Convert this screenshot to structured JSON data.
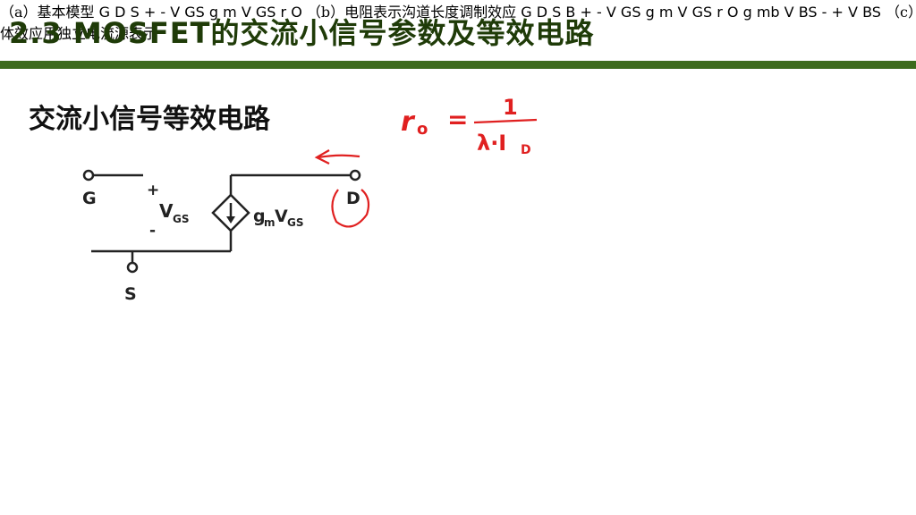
{
  "title": "2.3 MOSFET的交流小信号参数及等效电路",
  "subtitle": "交流小信号等效电路",
  "colors": {
    "title_bar": "#3d6b1d",
    "caption": "#4e7a27",
    "highlight": "#c0392b",
    "annotation": "#e02020"
  },
  "annotation_formula": {
    "lhs": "r",
    "lhs_sub": "o",
    "eq": "=",
    "num": "1",
    "den": "λ·I",
    "den_sub": "D"
  },
  "circuit_a": {
    "gate": "G",
    "drain": "D",
    "source": "S",
    "vgs_plus": "+",
    "vgs_minus": "-",
    "vgs": "V",
    "vgs_sub": "GS",
    "source_label": "g",
    "source_label_sub": "m",
    "source_label_v": "V",
    "source_label_vsub": "GS",
    "caption": "（a）基本模型"
  },
  "circuit_b": {
    "gate": "G",
    "drain": "D",
    "source": "S",
    "vgs_plus": "+",
    "vgs_minus": "-",
    "vgs": "V",
    "vgs_sub": "GS",
    "source_label": "g",
    "source_label_sub": "m",
    "source_label_v": "V",
    "source_label_vsub": "GS",
    "ro": "r",
    "ro_sub": "O",
    "caption_prefix": "（b）电阻表示沟道",
    "caption_highlight": "长度调制效应"
  },
  "circuit_c": {
    "gate": "G",
    "drain": "D",
    "source": "S",
    "body": "B",
    "vgs_plus": "+",
    "vgs_minus": "-",
    "vgs": "V",
    "vgs_sub": "GS",
    "source_label": "g",
    "source_label_sub": "m",
    "source_label_v": "V",
    "source_label_vsub": "GS",
    "ro": "r",
    "ro_sub": "O",
    "gmb": "g",
    "gmb_sub": "mb",
    "gmb_v": "V",
    "gmb_vsub": "BS",
    "vbs": "V",
    "vbs_sub": "BS",
    "s_minus": "-",
    "b_plus": "+",
    "caption": "（c）体效应用独立电流源表示"
  }
}
